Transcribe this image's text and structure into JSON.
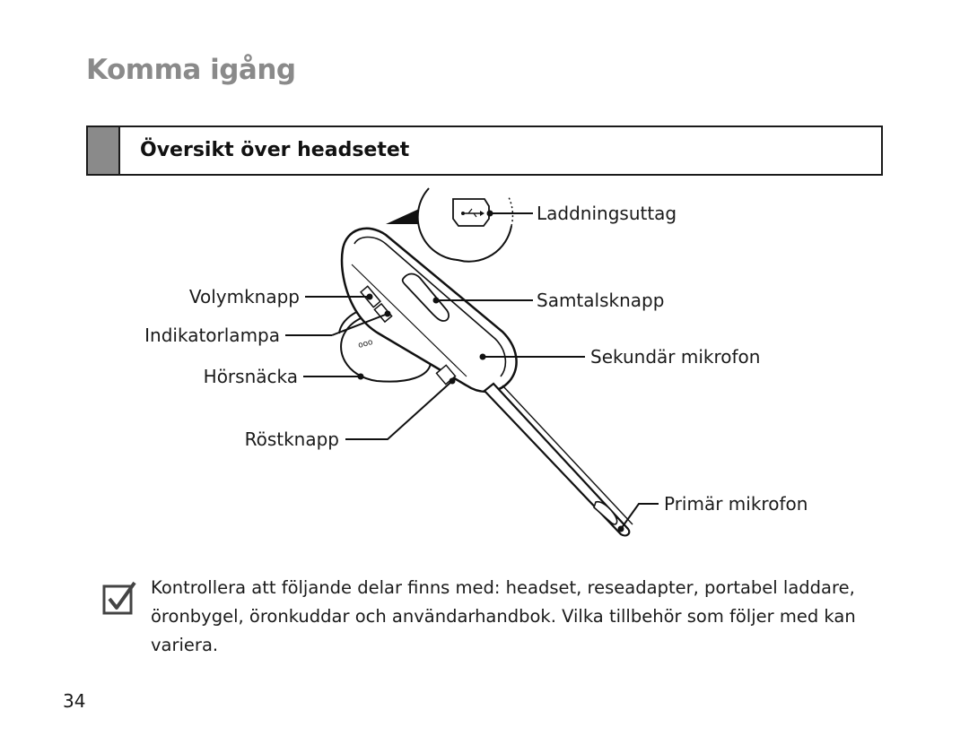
{
  "page": {
    "title": "Komma igång",
    "section_title": "Översikt över headsetet",
    "page_number": "34"
  },
  "diagram": {
    "labels": {
      "charging_port": "Laddningsuttag",
      "volume_button": "Volymknapp",
      "call_button": "Samtalsknapp",
      "indicator_light": "Indikatorlampa",
      "secondary_mic": "Sekundär mikrofon",
      "earpiece": "Hörsnäcka",
      "voice_button": "Röstknapp",
      "primary_mic": "Primär mikrofon"
    }
  },
  "note": {
    "icon": "checkbox-icon",
    "text": "Kontrollera att följande delar finns med: headset, reseadapter, portabel laddare, öronbygel, öronkuddar och användarhandbok. Vilka tillbehör som följer med kan variera."
  }
}
